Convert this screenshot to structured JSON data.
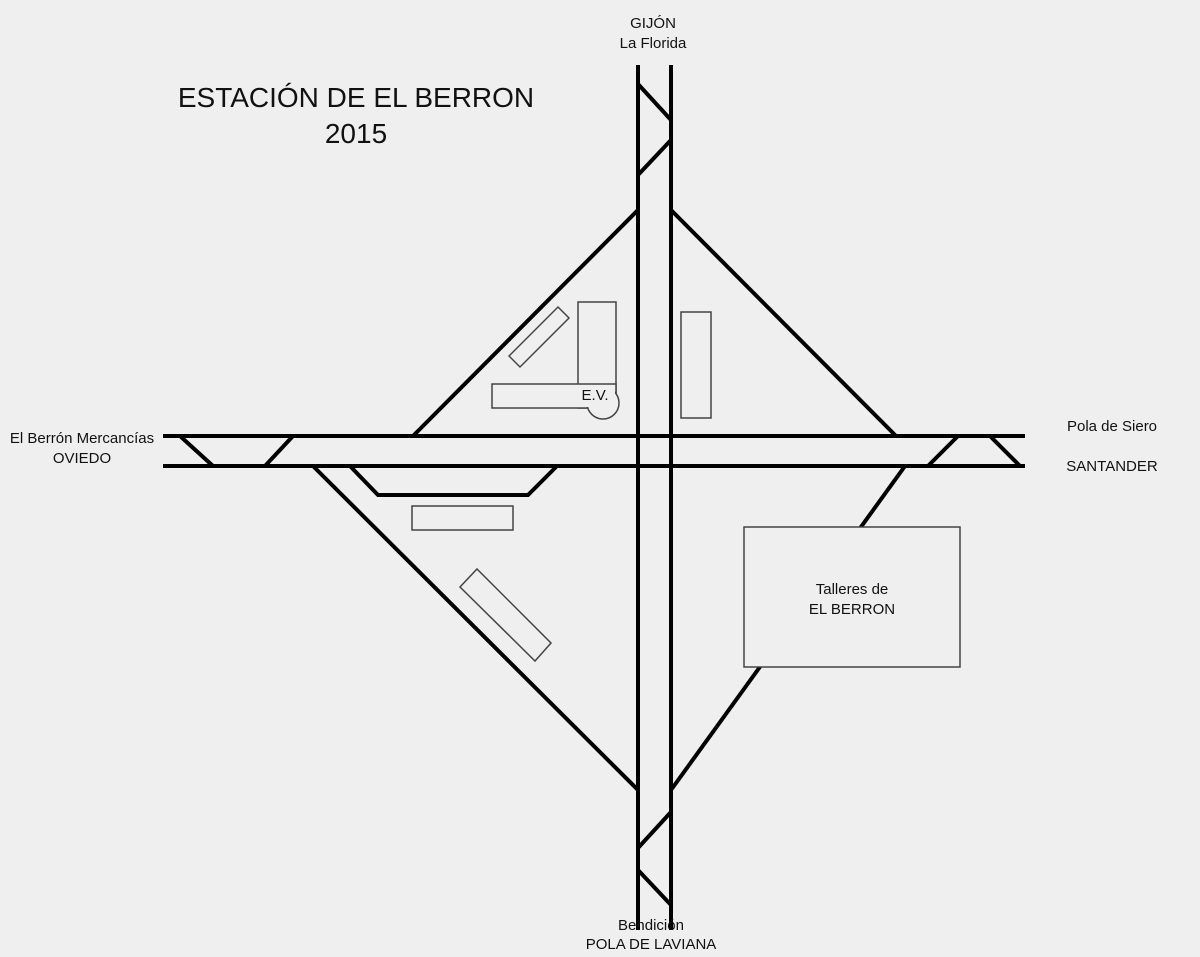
{
  "title": {
    "line1": "ESTACIÓN DE EL  BERRON",
    "line2": "2015"
  },
  "destinations": {
    "north": {
      "line1": "GIJÓN",
      "line2": "La Florida"
    },
    "south": {
      "line1": "Bendición",
      "line2": "POLA DE LAVIANA"
    },
    "west": {
      "line1": "El Berrón Mercancías",
      "line2": "OVIEDO"
    },
    "east_upper": "Pola de Siero",
    "east_lower": "SANTANDER"
  },
  "buildings": {
    "station_label": "E.V.",
    "workshops": {
      "line1": "Talleres  de",
      "line2": "EL BERRON"
    }
  },
  "colors": {
    "track": "#000000",
    "background": "#efefef",
    "building_outline": "#444444"
  }
}
